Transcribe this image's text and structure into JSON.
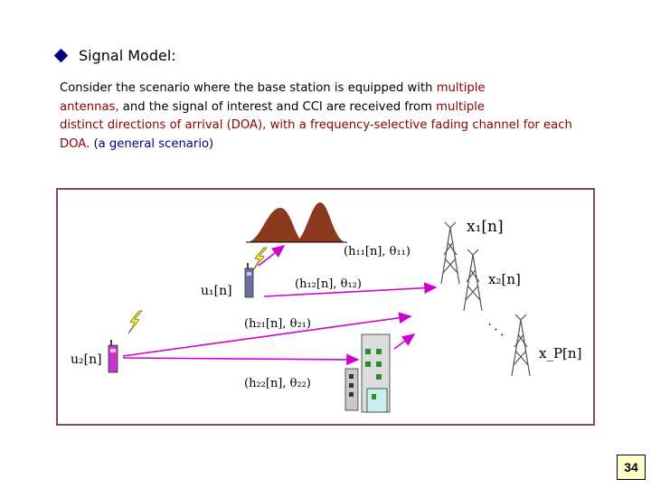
{
  "heading": {
    "text": "Signal Model:"
  },
  "paragraph": {
    "s1": "Consider the scenario where the base station is equipped with ",
    "s2": "multiple",
    "s3": "antennas,",
    "s4": " and the signal of interest and CCI are received from ",
    "s5": "multiple",
    "s6": "distinct directions of arrival (DOA), with a frequency-selective fading channel for each DOA",
    "s7": ". ",
    "s8": "(a general scenario)"
  },
  "diagram": {
    "user1": "u₁[n]",
    "user2": "u₂[n]",
    "ant1": "x₁[n]",
    "ant2": "x₂[n]",
    "antP": "x_P[n]",
    "ch11": "(h₁₁[n], θ₁₁)",
    "ch12": "(h₁₂[n], θ₁₂)",
    "ch21": "(h₂₁[n], θ₂₁)",
    "ch22": "(h₂₂[n], θ₂₂)",
    "dots": "· · ·"
  },
  "page_number": "34",
  "colors": {
    "accent": "#8b0000",
    "navy": "#000080",
    "frame": "#7a4b6c",
    "arrow": "#d000d0",
    "mountain": "#8b3a1e"
  }
}
